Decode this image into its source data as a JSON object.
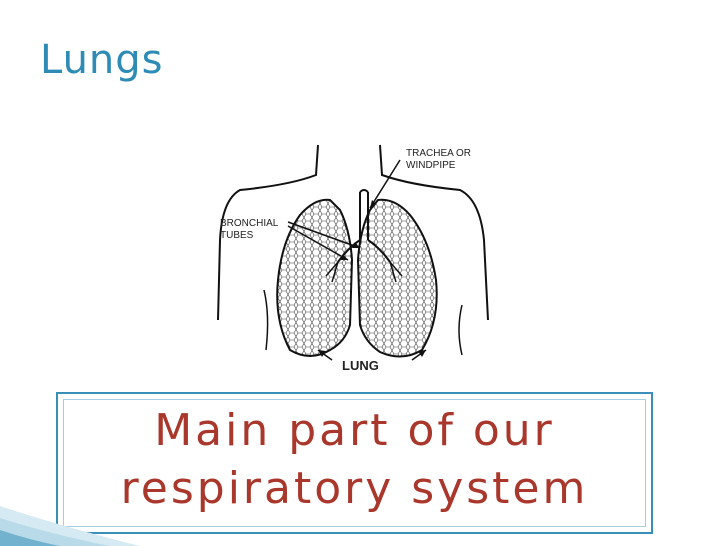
{
  "slide": {
    "title": "Lungs",
    "figure": {
      "label_trachea_1": "TRACHEA OR",
      "label_trachea_2": "WINDPIPE",
      "label_bronchial_1": "BRONCHIAL",
      "label_bronchial_2": "TUBES",
      "label_lung": "LUNG"
    },
    "caption": {
      "line1": "Main part of our",
      "line2": "respiratory system"
    }
  },
  "colors": {
    "title": "#2e8bb5",
    "caption_text": "#a9372b",
    "caption_border": "#3a8fb8"
  }
}
